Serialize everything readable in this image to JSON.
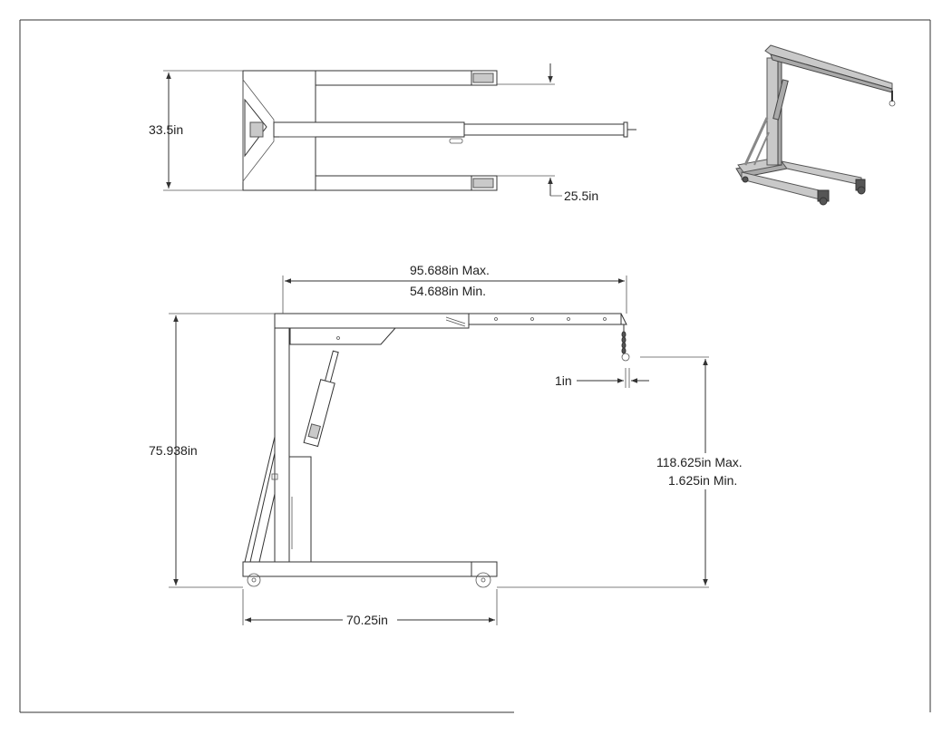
{
  "dimensions": {
    "top_width": "33.5in",
    "top_leg_spacing": "25.5in",
    "reach_max": "95.688in Max.",
    "reach_min": "54.688in Min.",
    "hook_gap": "1in",
    "mast_height": "75.938in",
    "lift_max": "118.625in Max.",
    "lift_min": "1.625in Min.",
    "base_length": "70.25in"
  },
  "colors": {
    "line": "#333333",
    "frame_light": "#c9c9c9",
    "frame_dark": "#a9a9a9"
  }
}
